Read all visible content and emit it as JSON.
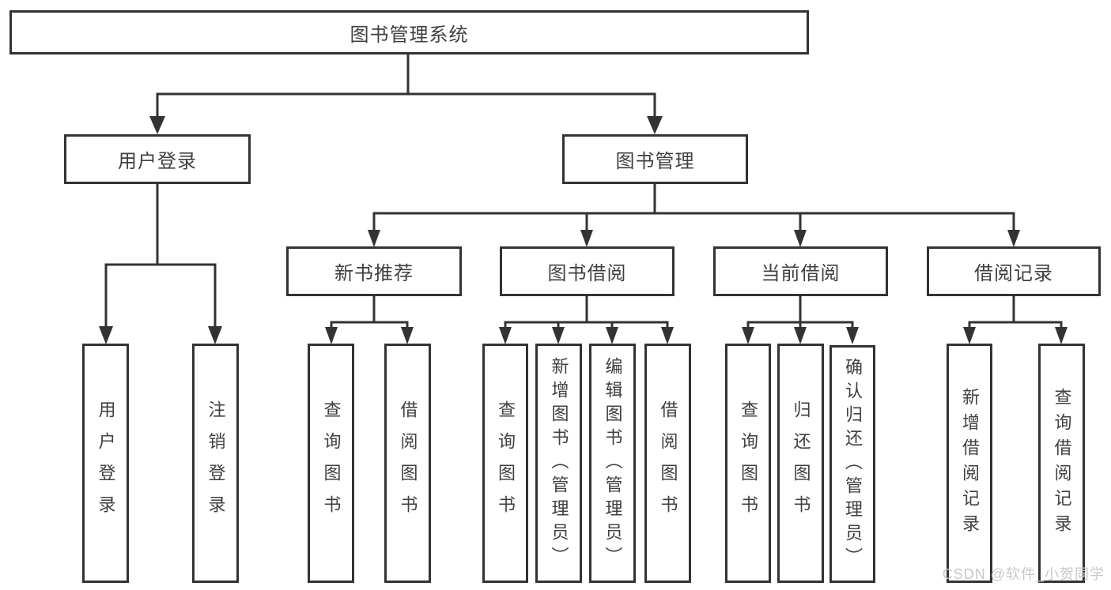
{
  "diagram": {
    "root": {
      "label": "图书管理系统"
    },
    "login": {
      "label": "用户登录",
      "children": [
        {
          "label": "用户登录"
        },
        {
          "label": "注销登录"
        }
      ]
    },
    "management": {
      "label": "图书管理",
      "sections": [
        {
          "label": "新书推荐",
          "children": [
            {
              "label": "查询图书"
            },
            {
              "label": "借阅图书"
            }
          ]
        },
        {
          "label": "图书借阅",
          "children": [
            {
              "label": "查询图书"
            },
            {
              "label": "新增图书（管理员）"
            },
            {
              "label": "编辑图书（管理员）"
            },
            {
              "label": "借阅图书"
            }
          ]
        },
        {
          "label": "当前借阅",
          "children": [
            {
              "label": "查询图书"
            },
            {
              "label": "归还图书"
            },
            {
              "label": "确认归还（管理员）"
            }
          ]
        },
        {
          "label": "借阅记录",
          "children": [
            {
              "label": "新增借阅记录"
            },
            {
              "label": "查询借阅记录"
            }
          ]
        }
      ]
    }
  },
  "watermark": {
    "text": "CSDN @软件_小贺同学"
  },
  "colors": {
    "line": "#333333",
    "box_border": "#333333",
    "text": "#404040",
    "watermark": "#c8c8c8",
    "background": "#ffffff"
  }
}
